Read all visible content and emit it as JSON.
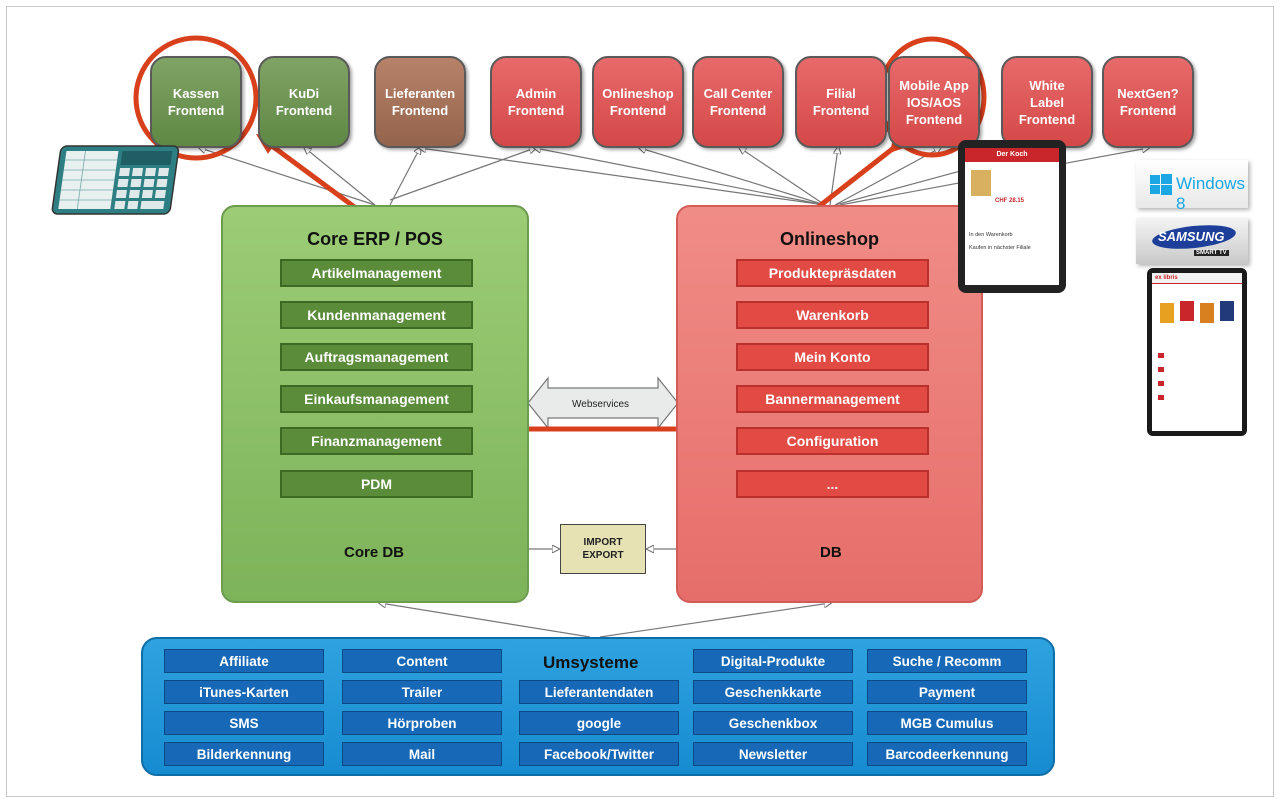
{
  "frontends": [
    {
      "label": "Kassen\nFrontend",
      "color": "green",
      "highlighted": true
    },
    {
      "label": "KuDi\nFrontend",
      "color": "green",
      "highlighted": false
    },
    {
      "label": "Lieferanten\nFrontend",
      "color": "brown",
      "highlighted": false
    },
    {
      "label": "Admin\nFrontend",
      "color": "red",
      "highlighted": false
    },
    {
      "label": "Onlineshop\nFrontend",
      "color": "red",
      "highlighted": false
    },
    {
      "label": "Call Center\nFrontend",
      "color": "red",
      "highlighted": false
    },
    {
      "label": "Filial\nFrontend",
      "color": "red",
      "highlighted": false
    },
    {
      "label": "Mobile App\nIOS/AOS\nFrontend",
      "color": "red",
      "highlighted": true
    },
    {
      "label": "White\nLabel\nFrontend",
      "color": "red",
      "highlighted": false
    },
    {
      "label": "NextGen?\nFrontend",
      "color": "red",
      "highlighted": false
    }
  ],
  "core": {
    "title": "Core ERP / POS",
    "modules": [
      "Artikelmanagement",
      "Kundenmanagement",
      "Auftragsmanagement",
      "Einkaufsmanagement",
      "Finanzmanagement",
      "PDM"
    ],
    "db": "Core DB"
  },
  "shop": {
    "title": "Onlineshop",
    "modules": [
      "Produktepräsdaten",
      "Warenkorb",
      "Mein Konto",
      "Bannermanagement",
      "Configuration",
      "..."
    ],
    "db": "DB"
  },
  "webservices": "Webservices",
  "import_export": "IMPORT\nEXPORT",
  "umsysteme": {
    "title": "Umsysteme",
    "cells": [
      "Affiliate",
      "Content",
      "",
      "Digital-Produkte",
      "Suche / Recomm",
      "iTunes-Karten",
      "Trailer",
      "Lieferantendaten",
      "Geschenkkarte",
      "Payment",
      "SMS",
      "Hörproben",
      "google",
      "Geschenkbox",
      "MGB Cumulus",
      "Bilderkennung",
      "Mail",
      "Facebook/Twitter",
      "Newsletter",
      "Barcodeerkennung"
    ]
  },
  "side_logos": {
    "windows": "Windows 8",
    "samsung": "SAMSUNG",
    "samsung_sub": "SMART TV"
  },
  "tablet": {
    "header": "Der Koch",
    "price": "CHF 28.15",
    "cta": "In den Warenkorb",
    "store": "Kaufen in nächster Filiale"
  },
  "phone": {
    "brand": "ex libris"
  },
  "colors": {
    "highlight": "#d8401c",
    "core_green": "#7db35a",
    "shop_red": "#e66e6a",
    "umsysteme_blue": "#168bd0"
  }
}
